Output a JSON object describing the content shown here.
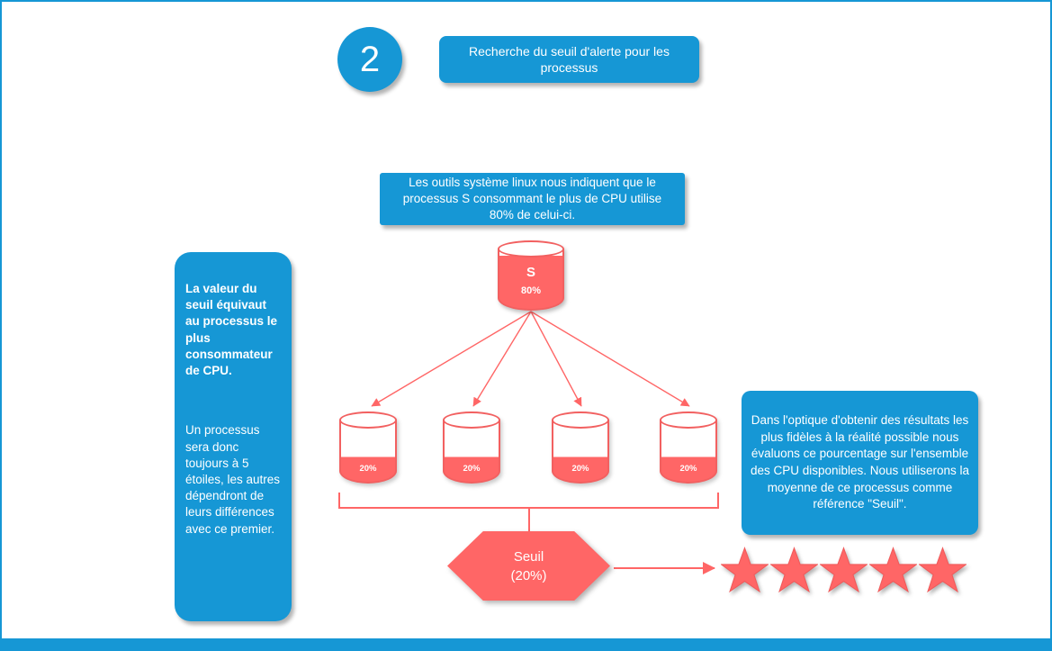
{
  "colors": {
    "accent_blue": "#1697D5",
    "accent_coral": "#FF6666"
  },
  "header": {
    "step_number": "2",
    "title": "Recherche du seuil d'alerte pour les processus"
  },
  "info_top": {
    "text": "Les outils système linux nous indiquent que le processus S consommant le plus de CPU utilise 80% de celui-ci."
  },
  "left_panel": {
    "bold_text": "La valeur du seuil équivaut au processus le plus consommateur de CPU.",
    "body_text": "Un processus sera donc toujours à 5 étoiles, les autres dépendront de leurs différences avec ce premier."
  },
  "main_cylinder": {
    "label": "S",
    "value": "80%"
  },
  "sub_cylinders": [
    {
      "value": "20%"
    },
    {
      "value": "20%"
    },
    {
      "value": "20%"
    },
    {
      "value": "20%"
    }
  ],
  "hexagon": {
    "line1": "Seuil",
    "line2": "(20%)"
  },
  "right_panel": {
    "text": "Dans l'optique d'obtenir des résultats les plus fidèles à la réalité possible nous évaluons ce pourcentage sur l'ensemble des CPU disponibles. Nous utiliserons la moyenne de ce processus comme référence \"Seuil\"."
  },
  "stars": {
    "count": 5
  }
}
